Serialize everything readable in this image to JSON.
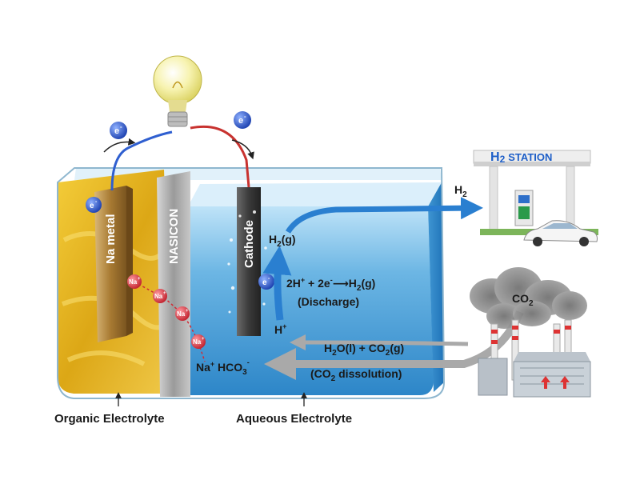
{
  "labels": {
    "electron": "e",
    "electron_sup": "-",
    "na_metal": "Na metal",
    "nasicon": "NASICON",
    "cathode": "Cathode",
    "h2_gas_main": "H",
    "h2_gas_sub": "2",
    "h2_gas_tail": "(g)",
    "reaction_main": "2H",
    "reaction_sup1": "+",
    "reaction_mid": " + 2e",
    "reaction_sup2": "-",
    "reaction_arrow": "⟶",
    "reaction_tail": "H",
    "reaction_sub": "2",
    "reaction_end": "(g)",
    "discharge": "(Discharge)",
    "h_plus_main": "H",
    "h_plus_sup": "+",
    "na_ion": "Na",
    "na_ion_sup": "+",
    "nahco3_na": "Na",
    "nahco3_sup1": "+",
    "nahco3_rest": " HCO",
    "nahco3_sub": "3",
    "nahco3_sup2": "-",
    "dissolution_eq": {
      "p1": "H",
      "s1": "2",
      "p2": "O(l) + CO",
      "s2": "2",
      "p3": "(g)"
    },
    "dissolution_note": {
      "p1": "(CO",
      "s1": "2",
      "p2": " dissolution)"
    },
    "h2_out_main": "H",
    "h2_out_sub": "2",
    "co2_main": "CO",
    "co2_sub": "2",
    "station_h": "H",
    "station_2": "2",
    "station_text": "STATION",
    "organic_electrolyte": "Organic Electrolyte",
    "aqueous_electrolyte": "Aqueous Electrolyte"
  },
  "colors": {
    "organic": "#e2b21c",
    "aqueous": "#6fb8e4",
    "arrow_blue": "#2a7fd0",
    "arrow_gray": "#a9a9a9",
    "electron_ball": "#2d56c9",
    "na_ion_ball": "#e0404a"
  }
}
